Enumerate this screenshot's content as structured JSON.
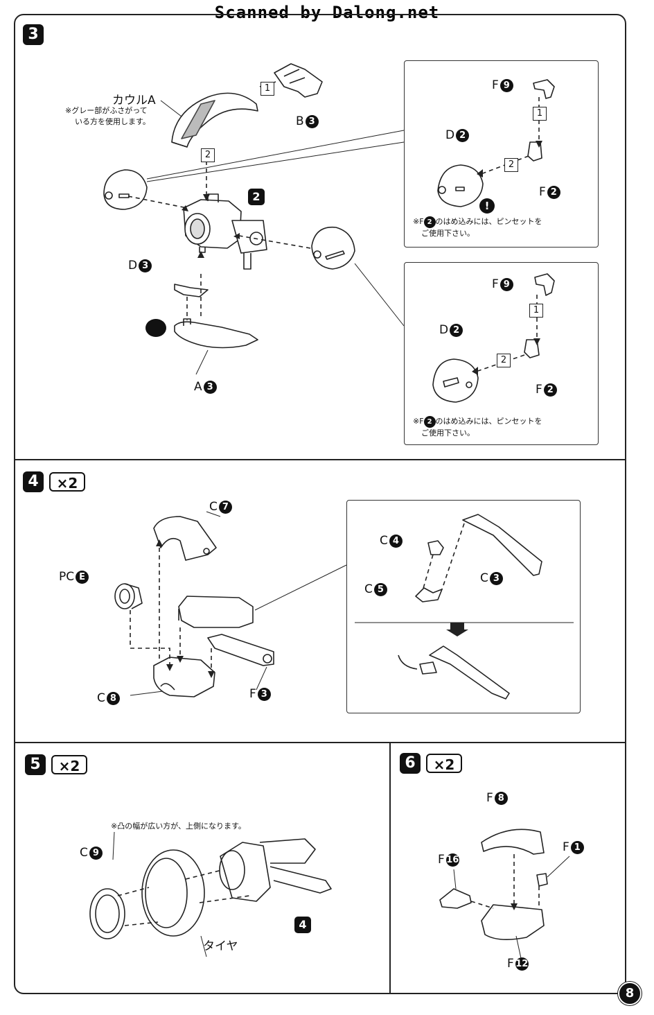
{
  "header": {
    "scanned_text": "Scanned by Dalong.net"
  },
  "page_number": "8",
  "steps": {
    "s3": {
      "number": "3",
      "cowl_label": "カウルA",
      "cowl_note_line1": "※グレー部がふさがって",
      "cowl_note_line2": "いる方を使用します。",
      "order1": "1",
      "order2": "2",
      "part_b": {
        "letter": "B",
        "num": "3"
      },
      "sub_ref": "2",
      "part_d": {
        "letter": "D",
        "num": "3"
      },
      "part_a": {
        "letter": "A",
        "num": "3"
      },
      "insets": [
        {
          "part_f9": {
            "letter": "F",
            "num": "9"
          },
          "part_d2": {
            "letter": "D",
            "num": "2"
          },
          "part_f2": {
            "letter": "F",
            "num": "2"
          },
          "order1": "1",
          "order2": "2",
          "caution": "!",
          "note_pre": "※F",
          "note_num": "2",
          "note_line1": "のはめ込みには、ピンセットを",
          "note_line2": "ご使用下さい。"
        },
        {
          "part_f9": {
            "letter": "F",
            "num": "9"
          },
          "part_d2": {
            "letter": "D",
            "num": "2"
          },
          "part_f2": {
            "letter": "F",
            "num": "2"
          },
          "order1": "1",
          "order2": "2",
          "note_pre": "※F",
          "note_num": "2",
          "note_line1": "のはめ込みには、ピンセットを",
          "note_line2": "ご使用下さい。"
        }
      ]
    },
    "s4": {
      "number": "4",
      "multiplier": "×2",
      "part_c7": {
        "letter": "C",
        "num": "7"
      },
      "part_pc": {
        "letter": "PC",
        "num": "E"
      },
      "part_c8": {
        "letter": "C",
        "num": "8"
      },
      "part_f3": {
        "letter": "F",
        "num": "3"
      },
      "inset": {
        "part_c4": {
          "letter": "C",
          "num": "4"
        },
        "part_c5": {
          "letter": "C",
          "num": "5"
        },
        "part_c3": {
          "letter": "C",
          "num": "3"
        }
      }
    },
    "s5": {
      "number": "5",
      "multiplier": "×2",
      "note": "※凸の幅が広い方が、上側になります。",
      "part_c9": {
        "letter": "C",
        "num": "9"
      },
      "tire_label": "タイヤ",
      "sub_ref": "4"
    },
    "s6": {
      "number": "6",
      "multiplier": "×2",
      "part_f8": {
        "letter": "F",
        "num": "8"
      },
      "part_f1": {
        "letter": "F",
        "num": "1"
      },
      "part_f16": {
        "letter": "F",
        "num": "16"
      },
      "part_f12": {
        "letter": "F",
        "num": "12"
      }
    }
  }
}
